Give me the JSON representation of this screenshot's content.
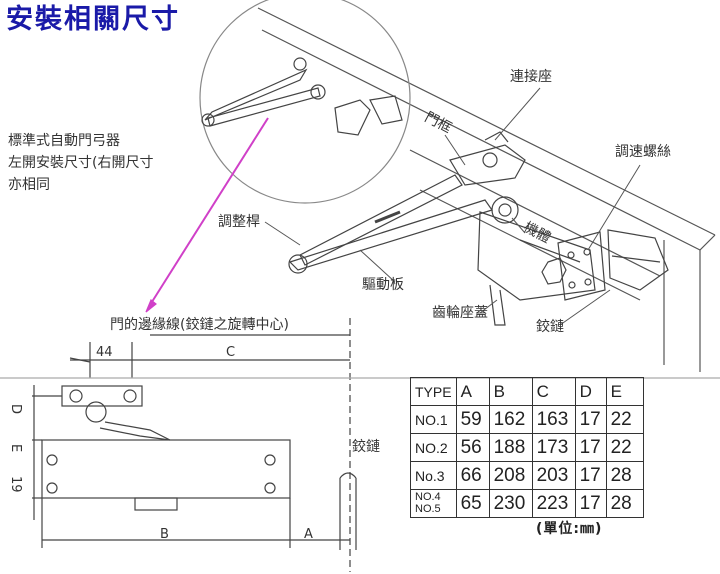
{
  "title": "安裝相關尺寸",
  "labels": {
    "connector_seat": "連接座",
    "door_frame": "門框",
    "speed_screw": "調速螺絲",
    "adjust_rod": "調整桿",
    "body": "機體",
    "drive_plate": "驅動板",
    "gear_cover": "齒輪座蓋",
    "hinge": "鉸鏈",
    "hinge_vertical": "鉸鏈",
    "door_edge_line": "門的邊緣線(鉸鏈之旋轉中心)"
  },
  "note": {
    "line1": "標準式自動門弓器",
    "line2": "左開安裝尺寸(右開尺寸",
    "line3": "亦相同"
  },
  "dimensions": {
    "d44": "44",
    "c": "C",
    "d": "D",
    "e": "E",
    "d19": "19",
    "b": "B",
    "a": "A"
  },
  "table": {
    "headers": [
      "TYPE",
      "A",
      "B",
      "C",
      "D",
      "E"
    ],
    "rows": [
      {
        "type": "NO.1",
        "a": "59",
        "b": "162",
        "c": "163",
        "d": "17",
        "e": "22"
      },
      {
        "type": "NO.2",
        "a": "56",
        "b": "188",
        "c": "173",
        "d": "17",
        "e": "22"
      },
      {
        "type": "No.3",
        "a": "66",
        "b": "208",
        "c": "203",
        "d": "17",
        "e": "28"
      },
      {
        "type": "NO.4",
        "type2": "NO.5",
        "a": "65",
        "b": "230",
        "c": "223",
        "d": "17",
        "e": "28"
      }
    ]
  },
  "unit_note": "(單位:㎜)"
}
